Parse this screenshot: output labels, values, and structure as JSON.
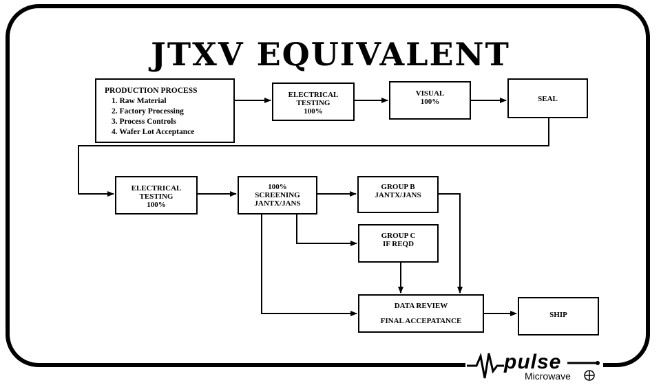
{
  "title": "JTXV EQUIVALENT",
  "boxes": {
    "production": {
      "heading": "PRODUCTION PROCESS",
      "items": [
        "1. Raw Material",
        "2. Factory Processing",
        "3. Process Controls",
        "4. Wafer Lot Acceptance"
      ]
    },
    "electrical_top": [
      "ELECTRICAL",
      "TESTING",
      "100%"
    ],
    "visual": [
      "VISUAL",
      "100%"
    ],
    "seal": [
      "SEAL"
    ],
    "electrical_bottom": [
      "ELECTRICAL",
      "TESTING",
      "100%"
    ],
    "screening": [
      "100%",
      "SCREENING",
      "JANTX/JANS"
    ],
    "group_b": [
      "GROUP B",
      "JANTX/JANS"
    ],
    "group_c": [
      "GROUP C",
      "IF REQD"
    ],
    "data_review": [
      "DATA REVIEW",
      "FINAL ACCEPATANCE"
    ],
    "ship": [
      "SHIP"
    ]
  },
  "logo": {
    "wordmark": "pulse",
    "sub": "Microwave",
    "icon": "pulse-waveform-icon"
  }
}
